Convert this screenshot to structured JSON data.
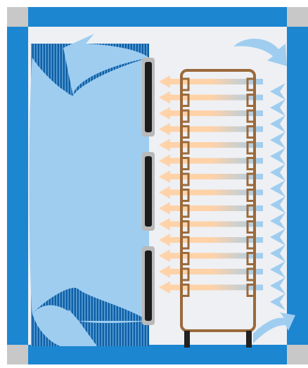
{
  "diagram": {
    "kind": "airflow-schematic",
    "colors": {
      "frame_blue": "#1c86d1",
      "frame_corner_gray": "#c8c8c8",
      "interior_background": "#eef0f4",
      "striped_panel_dark": "#0e5fa6",
      "striped_panel_light": "#5fa2d8",
      "cool_air": "#9fcdf0",
      "warm_air": "#ffd2a8",
      "rack_frame": "#9b6a3b",
      "vent_panel": "#b9b9b9",
      "vent_slot": "#1c1c1c",
      "caster": "#222222"
    },
    "icons": {
      "cool_air_loop": "curved-airflow-arrow-icon",
      "intake_arrow": "cool-air-inlet-arrow-icon",
      "exhaust_arrow": "warm-air-outlet-arrow-icon"
    },
    "counts": {
      "vent_units": 3,
      "rack_shelves": 14,
      "intake_arrows": 14
    }
  }
}
